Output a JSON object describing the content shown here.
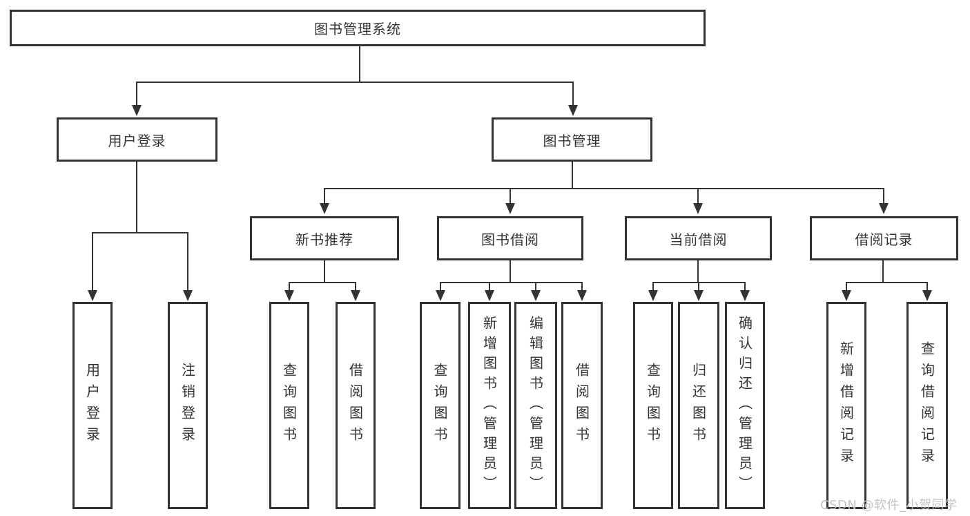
{
  "diagram": {
    "root": {
      "label": "图书管理系统"
    },
    "branches": [
      {
        "label": "用户登录",
        "children": [
          {
            "label": "用户登录"
          },
          {
            "label": "注销登录"
          }
        ]
      },
      {
        "label": "图书管理",
        "children": [
          {
            "label": "新书推荐",
            "children": [
              {
                "label": "查询图书"
              },
              {
                "label": "借阅图书"
              }
            ]
          },
          {
            "label": "图书借阅",
            "children": [
              {
                "label": "查询图书"
              },
              {
                "label": "新增图书（管理员）"
              },
              {
                "label": "编辑图书（管理员）"
              },
              {
                "label": "借阅图书"
              }
            ]
          },
          {
            "label": "当前借阅",
            "children": [
              {
                "label": "查询图书"
              },
              {
                "label": "归还图书"
              },
              {
                "label": "确认归还（管理员）"
              }
            ]
          },
          {
            "label": "借阅记录",
            "children": [
              {
                "label": "新增借阅记录"
              },
              {
                "label": "查询借阅记录"
              }
            ]
          }
        ]
      }
    ]
  },
  "watermark": {
    "text": "CSDN @软件_小贺同学"
  },
  "colors": {
    "line": "#333333",
    "box_background": "#ffffff",
    "text": "#333333",
    "watermark": "#c3c3c3"
  }
}
